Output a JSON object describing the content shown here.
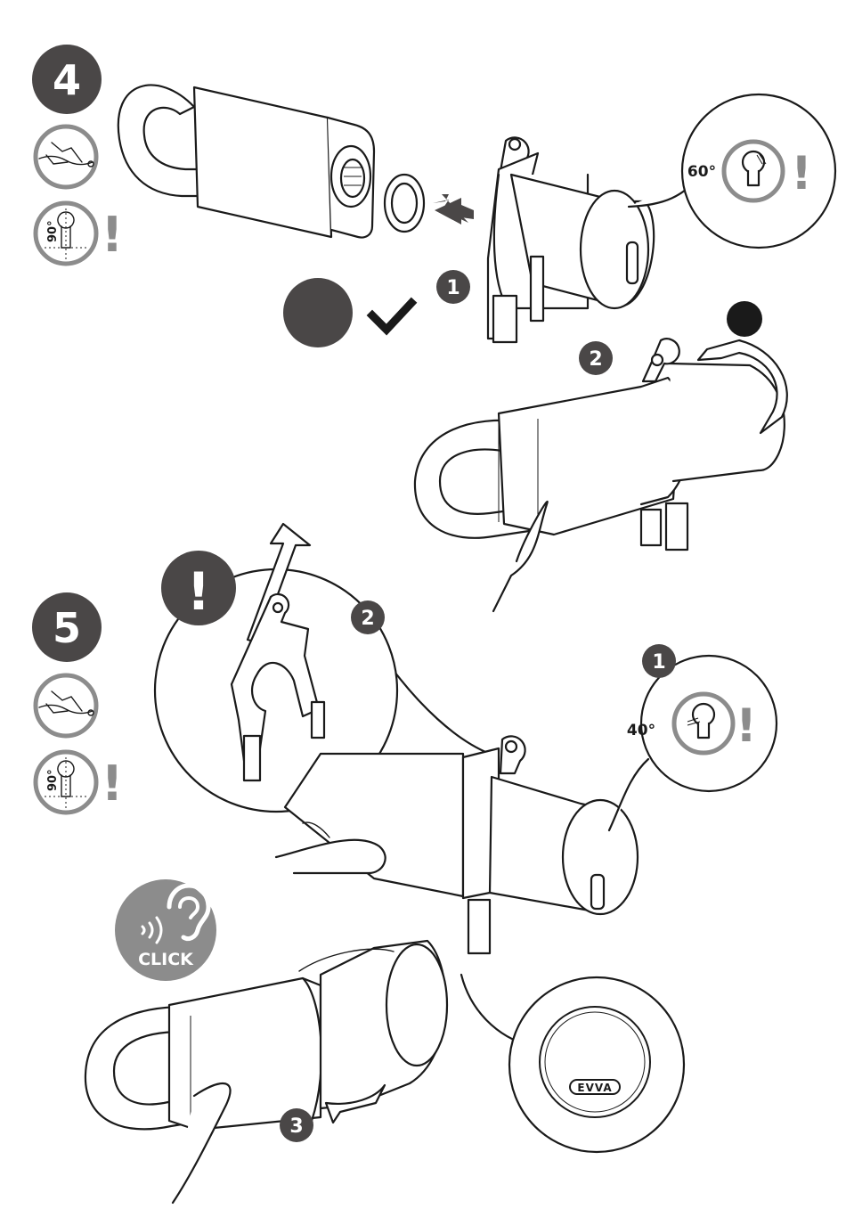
{
  "colors": {
    "ink": "#1a1a1a",
    "dark_badge": "#4a4747",
    "grey_badge": "#8c8c8c",
    "light_grey": "#bdbdbd",
    "paper": "#ffffff"
  },
  "step4": {
    "number": "4",
    "icons": [
      "cable-icon",
      "keyhole-90-icon"
    ],
    "angle_hint": "90°",
    "substeps": [
      "1",
      "2"
    ],
    "callout": {
      "angle": "60°",
      "warning": "!"
    },
    "warning_mark": "!",
    "check": "check-icon"
  },
  "step5": {
    "number": "5",
    "icons": [
      "cable-icon",
      "keyhole-90-icon"
    ],
    "angle_hint": "90°",
    "warning_mark": "!",
    "substeps": [
      "1",
      "2",
      "3"
    ],
    "callout": {
      "angle": "40°",
      "warning": "!"
    },
    "big_warning": "!",
    "click_badge": "CLICK",
    "brand_cap": "EVVA"
  }
}
